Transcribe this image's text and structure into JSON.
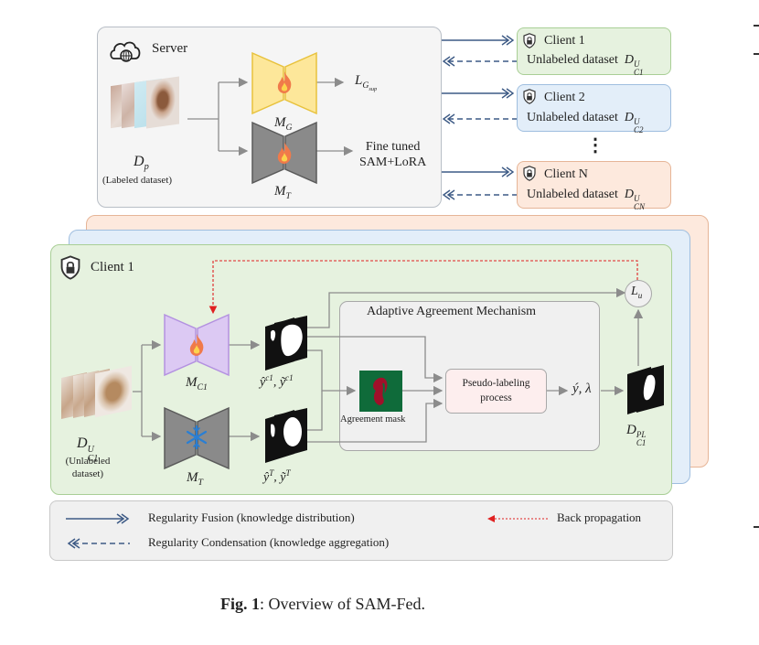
{
  "server": {
    "title": "Server",
    "labeled_dataset_symbol": "D",
    "labeled_dataset_sub": "p",
    "labeled_dataset_label": "(Labeled dataset)",
    "model_g_symbol": "M",
    "model_g_sub": "G",
    "model_t_symbol": "M",
    "model_t_sub": "T",
    "loss_symbol": "L",
    "loss_sub": "G",
    "loss_subsub": "sup",
    "finetuned_line1": "Fine tuned",
    "finetuned_line2": "SAM+LoRA"
  },
  "clients": [
    {
      "title": "Client 1",
      "dataset": "Unlabeled dataset",
      "symbol": "D",
      "sup": "U",
      "sub": "C1",
      "color": "#e6f2df",
      "border": "#a9cf96"
    },
    {
      "title": "Client 2",
      "dataset": "Unlabeled dataset",
      "symbol": "D",
      "sup": "U",
      "sub": "C2",
      "color": "#e3eef9",
      "border": "#9fbedf"
    },
    {
      "title": "Client N",
      "dataset": "Unlabeled dataset",
      "symbol": "D",
      "sup": "U",
      "sub": "CN",
      "color": "#fde9dd",
      "border": "#e6b597"
    }
  ],
  "vertical_ellipsis": "⋮",
  "client_detail": {
    "title": "Client 1",
    "dataset_symbol": "D",
    "dataset_sup": "U",
    "dataset_sub": "C1",
    "dataset_label_line1": "(Unlabeled",
    "dataset_label_line2": "dataset)",
    "model_c_symbol": "M",
    "model_c_sub": "C1",
    "model_t_symbol": "M",
    "model_t_sub": "T",
    "pred_c_label": "ŷ",
    "pred_c_sup": "c1",
    "pred_c_label2": "ỹ",
    "pred_c_sup2": "c1",
    "pred_t_label": "ŷ",
    "pred_t_sup": "T",
    "pred_t_label2": "ỹ",
    "pred_t_sup2": "T",
    "aam_title": "Adaptive Agreement  Mechanism",
    "agreement_mask_label": "Agreement mask",
    "pseudo_line1": "Pseudo-labeling",
    "pseudo_line2": "process",
    "output_label": "ý, λ",
    "loss_symbol": "L",
    "loss_sub": "u",
    "pl_symbol": "D",
    "pl_sup": "PL",
    "pl_sub": "C1"
  },
  "legend": {
    "fusion": "Regularity Fusion (knowledge distribution)",
    "condensation": "Regularity Condensation (knowledge aggregation)",
    "backprop": "Back propagation"
  },
  "caption": {
    "bold": "Fig. 1",
    "text": ": Overview of SAM-Fed."
  },
  "colors": {
    "model_g": "#fde79a",
    "model_g_border": "#e8c23d",
    "model_t": "#8a8a8a",
    "model_c": "#dcc9f3",
    "model_c_border": "#b391e0",
    "arrow": "#8c8c8c",
    "fusion_arrow": "#3d5a85",
    "backprop": "#e02020",
    "agreement_mask": "#0f6b3a",
    "snowflake": "#2a7fd4"
  }
}
